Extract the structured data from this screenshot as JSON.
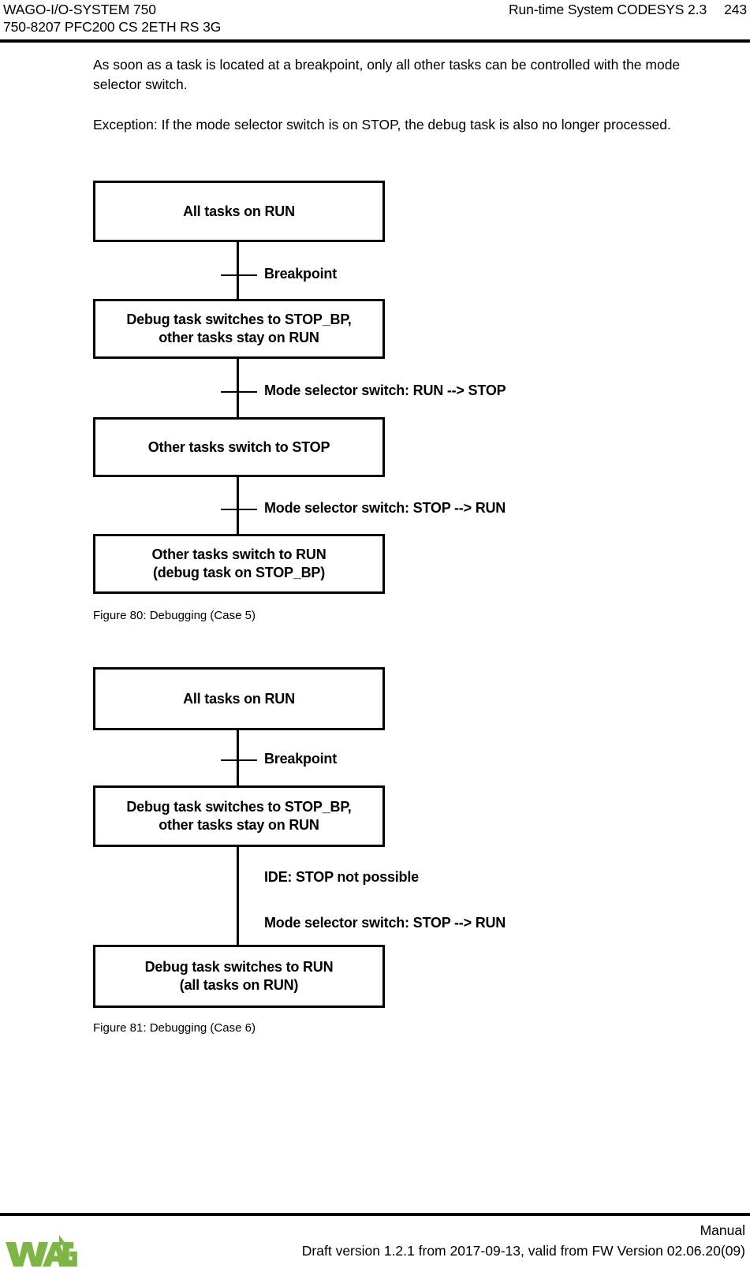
{
  "header": {
    "left_line_1": "WAGO-I/O-SYSTEM 750",
    "left_line_2": "750-8207 PFC200 CS 2ETH RS 3G",
    "right_title": "Run-time System CODESYS 2.3",
    "page_number": "243"
  },
  "body": {
    "paragraph_1": "As soon as a task is located at a breakpoint, only all other tasks can be controlled with the mode selector switch.",
    "paragraph_2": "Exception: If the mode selector switch is on STOP, the debug task is also no longer processed."
  },
  "figures": [
    {
      "id": "figure-80",
      "caption": "Figure 80: Debugging (Case 5)",
      "nodes": [
        {
          "id": "node-1",
          "line_1": "All tasks on RUN",
          "line_2": ""
        },
        {
          "id": "node-2",
          "line_1": "Debug task switches to STOP_BP,",
          "line_2": "other tasks stay on RUN"
        },
        {
          "id": "node-3",
          "line_1": "Other tasks switch to STOP",
          "line_2": ""
        },
        {
          "id": "node-4",
          "line_1": "Other tasks switch to RUN",
          "line_2": "(debug task on STOP_BP)"
        }
      ],
      "edges": [
        {
          "id": "edge-1",
          "label": "Breakpoint",
          "has_tick": true
        },
        {
          "id": "edge-2",
          "label": "Mode selector switch: RUN --> STOP",
          "has_tick": true
        },
        {
          "id": "edge-3",
          "label": "Mode selector switch: STOP --> RUN",
          "has_tick": true
        }
      ]
    },
    {
      "id": "figure-81",
      "caption": "Figure 81: Debugging (Case 6)",
      "nodes": [
        {
          "id": "node-1",
          "line_1": "All tasks on RUN",
          "line_2": ""
        },
        {
          "id": "node-2",
          "line_1": "Debug task switches to STOP_BP,",
          "line_2": "other tasks stay on RUN"
        },
        {
          "id": "node-3",
          "line_1": "Debug task switches to RUN",
          "line_2": "(all tasks on RUN)"
        }
      ],
      "edges": [
        {
          "id": "edge-1",
          "label": "Breakpoint",
          "has_tick": true
        },
        {
          "id": "edge-2",
          "label": "IDE: STOP not possible",
          "has_tick": false
        },
        {
          "id": "edge-3",
          "label": "Mode selector switch: STOP --> RUN",
          "has_tick": false
        }
      ]
    }
  ],
  "footer": {
    "manual_label": "Manual",
    "draft_line": "Draft version 1.2.1 from 2017-09-13, valid from FW Version 02.06.20(09)",
    "logo_text": "WAGO"
  },
  "colors": {
    "logo_green": "#7EB547",
    "rule": "#000000",
    "text": "#000000"
  }
}
